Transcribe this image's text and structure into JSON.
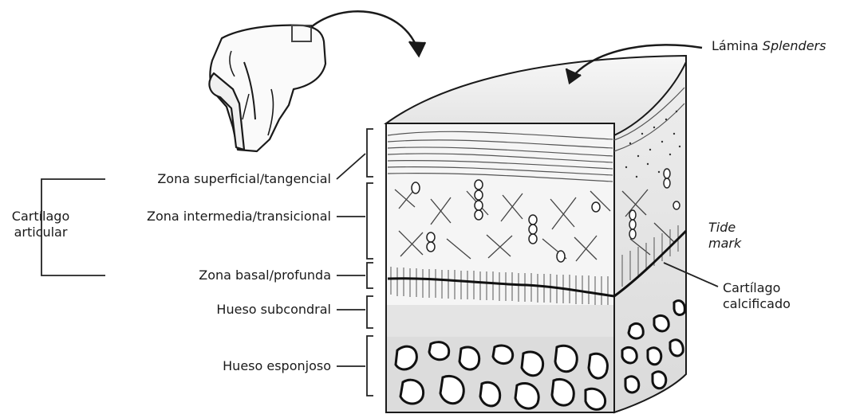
{
  "labels": {
    "lamina_prefix": "Lámina",
    "lamina_italic": "Splenders",
    "cartilago_articular_line1": "Cartílago",
    "cartilago_articular_line2": "articular",
    "zona_superficial": "Zona superficial/tangencial",
    "zona_intermedia": "Zona intermedia/transicional",
    "zona_basal": "Zona basal/profunda",
    "hueso_subcondral": "Hueso subcondral",
    "hueso_esponjoso": "Hueso esponjoso",
    "tide_line1": "Tide",
    "tide_line2": "mark",
    "cartilago_calcificado_line1": "Cartílago",
    "cartilago_calcificado_line2": "calcificado"
  },
  "colors": {
    "ink": "#1a1a1a",
    "cartilage_top": "#e6e6e6",
    "cartilage_mid": "#f4f4f4",
    "bone": "#d9d9d9",
    "cell": "#bdbdbd"
  }
}
